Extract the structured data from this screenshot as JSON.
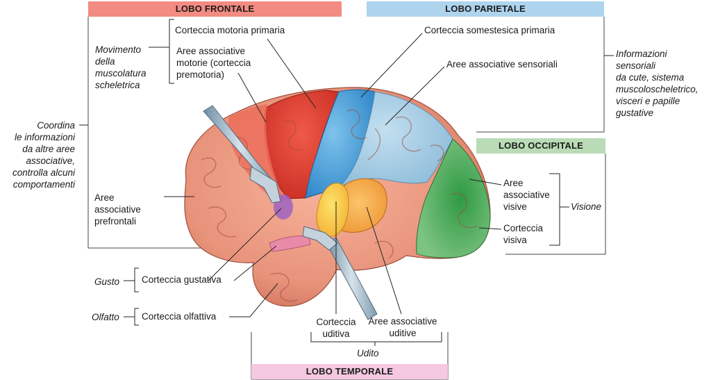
{
  "lobes": {
    "frontal": {
      "title": "LOBO FRONTALE",
      "color": "#f28b82"
    },
    "parietal": {
      "title": "LOBO PARIETALE",
      "color": "#aed4ee"
    },
    "occipital": {
      "title": "LOBO OCCIPITALE",
      "color": "#b9dcb6"
    },
    "temporal": {
      "title": "LOBO TEMPORALE",
      "color": "#f3c8e0"
    }
  },
  "frontal_labels": {
    "primary_motor": "Corteccia motoria primaria",
    "premotor": "Aree associative\nmotorie (corteccia\npremotoria)",
    "movement": "Movimento\ndella\nmuscolatura\nscheletrica",
    "coordinates": "Coordina\nle informazioni\nda altre aree\nassociative,\ncontrolla alcuni\ncomportamenti",
    "prefrontal": "Aree\nassociative\nprefrontali"
  },
  "parietal_labels": {
    "somatosensory": "Corteccia somestesica primaria",
    "sensory_assoc": "Aree associative sensoriali",
    "info": "Informazioni\nsensoriali\nda cute, sistema\nmuscoloscheletrico,\nvisceri e papille\ngustative"
  },
  "occipital_labels": {
    "visual_assoc": "Aree\nassociative\nvisive",
    "visual_cortex": "Corteccia\nvisiva",
    "vision": "Visione"
  },
  "temporal_labels": {
    "taste_function": "Gusto",
    "gustatory": "Corteccia gustativa",
    "smell_function": "Olfatto",
    "olfactory": "Corteccia olfattiva",
    "auditory": "Corteccia\nuditiva",
    "auditory_assoc": "Aree associative\nuditive",
    "hearing": "Udito"
  }
}
